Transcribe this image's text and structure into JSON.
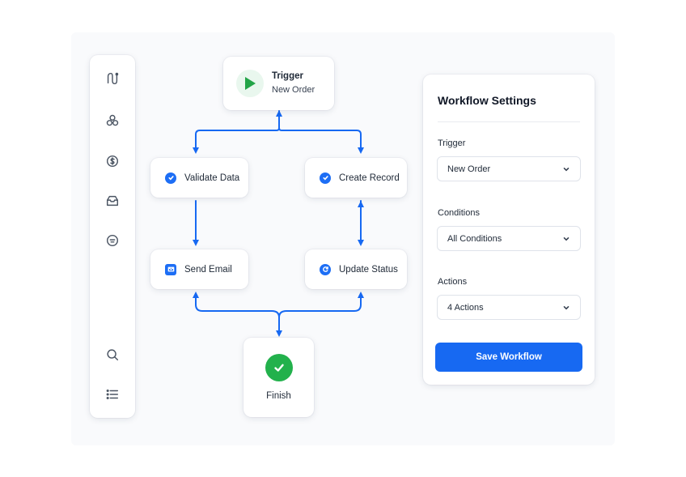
{
  "colors": {
    "accent": "#1769f2",
    "success": "#22b14c",
    "play": "#22a447"
  },
  "sidebar": {
    "items": [
      {
        "icon": "workflow-icon"
      },
      {
        "icon": "integrations-icon"
      },
      {
        "icon": "billing-icon"
      },
      {
        "icon": "inbox-icon"
      },
      {
        "icon": "messages-icon"
      },
      {
        "icon": "search-icon"
      },
      {
        "icon": "list-icon"
      }
    ]
  },
  "flow": {
    "trigger": {
      "title": "Trigger",
      "subtitle": "New Order",
      "icon": "play-icon"
    },
    "nodes": {
      "validate": {
        "label": "Validate Data",
        "icon": "check-circle-icon"
      },
      "create": {
        "label": "Create Record",
        "icon": "check-circle-icon"
      },
      "email": {
        "label": "Send Email",
        "icon": "mail-icon"
      },
      "update": {
        "label": "Update Status",
        "icon": "refresh-icon"
      }
    },
    "finish": {
      "label": "Finish",
      "icon": "check-icon"
    }
  },
  "settings": {
    "title": "Workflow Settings",
    "fields": [
      {
        "label": "Trigger",
        "value": "New Order"
      },
      {
        "label": "Conditions",
        "value": "All Conditions"
      },
      {
        "label": "Actions",
        "value": "4 Actions"
      }
    ],
    "save_label": "Save Workflow"
  }
}
